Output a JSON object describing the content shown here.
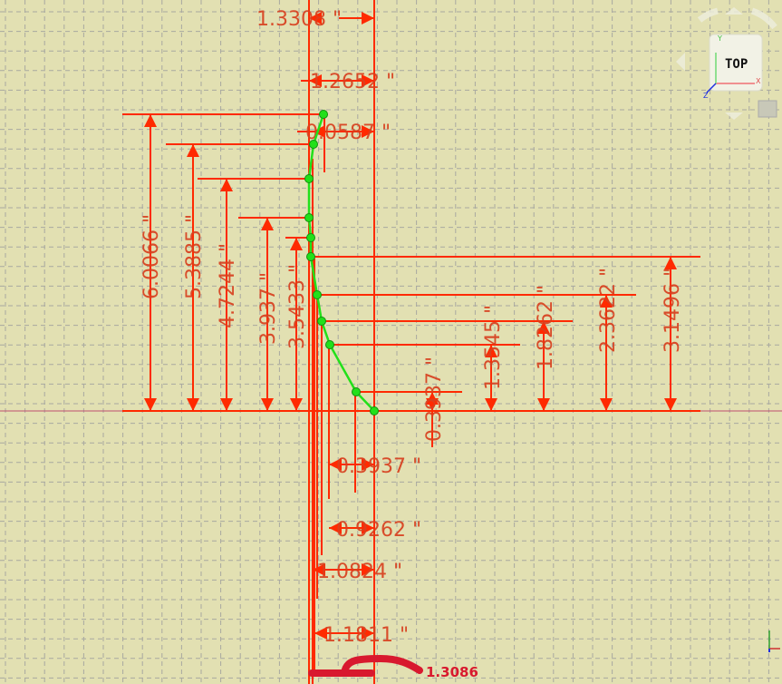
{
  "viewport": {
    "background": "#e2e0b2",
    "geometry_color": "#22e01a",
    "constraint_color": "#ff2a00"
  },
  "dimensions": {
    "horizontal": [
      {
        "label": "1.3308 \""
      },
      {
        "label": "1.2652 \""
      },
      {
        "label": "0.0587 \""
      },
      {
        "label": "0.3937 \""
      },
      {
        "label": "0.9262 \""
      },
      {
        "label": "1.0824 \""
      },
      {
        "label": "1.1811 \""
      }
    ],
    "vertical_left": [
      {
        "label": "6.0066 \""
      },
      {
        "label": "5.3885 \""
      },
      {
        "label": "4.7244 \""
      },
      {
        "label": "3.937 \""
      },
      {
        "label": "3.5433 \""
      }
    ],
    "vertical_right": [
      {
        "label": "0.3937 \""
      },
      {
        "label": "1.3545 \""
      },
      {
        "label": "1.8262 \""
      },
      {
        "label": "2.3622 \""
      },
      {
        "label": "3.1496 \""
      }
    ]
  },
  "annotation": {
    "text": "1.3086"
  },
  "navicube": {
    "face_label": "TOP",
    "axis_x": "X",
    "axis_y": "Y",
    "axis_z": "Z"
  }
}
